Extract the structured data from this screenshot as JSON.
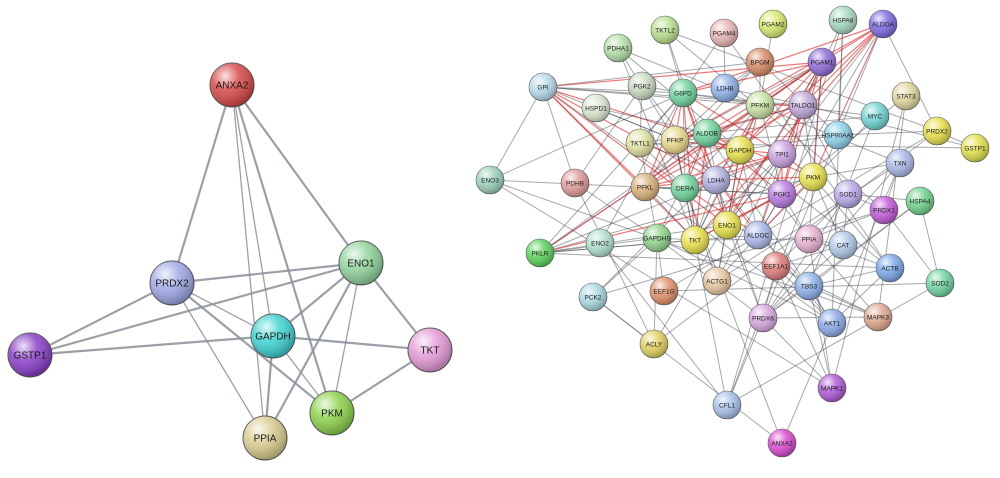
{
  "panels": [
    {
      "id": "small",
      "node_radius_scale": 1.0,
      "nodes": [
        {
          "label": "ANXA2",
          "color": "#d94848"
        },
        {
          "label": "PRDX2",
          "color": "#9ea8e6"
        },
        {
          "label": "ENO1",
          "color": "#8fd39b"
        },
        {
          "label": "GAPDH",
          "color": "#3fd2d2"
        },
        {
          "label": "GSTP1",
          "color": "#8a3fc8"
        },
        {
          "label": "TKT",
          "color": "#e49ad6"
        },
        {
          "label": "PPIA",
          "color": "#d9cc8e"
        },
        {
          "label": "PKM",
          "color": "#8cd24a"
        }
      ],
      "edges": [
        [
          "ANXA2",
          "PRDX2"
        ],
        [
          "ANXA2",
          "ENO1"
        ],
        [
          "ANXA2",
          "GAPDH"
        ],
        [
          "ANXA2",
          "PPIA"
        ],
        [
          "ANXA2",
          "PKM"
        ],
        [
          "PRDX2",
          "ENO1"
        ],
        [
          "PRDX2",
          "GAPDH"
        ],
        [
          "PRDX2",
          "GSTP1"
        ],
        [
          "PRDX2",
          "PPIA"
        ],
        [
          "PRDX2",
          "PKM"
        ],
        [
          "ENO1",
          "GAPDH"
        ],
        [
          "ENO1",
          "TKT"
        ],
        [
          "ENO1",
          "PKM"
        ],
        [
          "ENO1",
          "PPIA"
        ],
        [
          "GAPDH",
          "TKT"
        ],
        [
          "GAPDH",
          "PKM"
        ],
        [
          "GAPDH",
          "PPIA"
        ],
        [
          "GAPDH",
          "GSTP1"
        ],
        [
          "TKT",
          "PKM"
        ],
        [
          "GSTP1",
          "ENO1"
        ]
      ]
    },
    {
      "id": "large",
      "node_radius_scale": 1.0,
      "nodes": [
        {
          "label": "TKTL2",
          "color": "#b9e08e"
        },
        {
          "label": "PGAM4",
          "color": "#e8b4b4"
        },
        {
          "label": "PGAM2",
          "color": "#d7e86b"
        },
        {
          "label": "HSPA8",
          "color": "#a8d9c0"
        },
        {
          "label": "ALDOA",
          "color": "#7a6be0"
        },
        {
          "label": "PDHA1",
          "color": "#b4e0a8"
        },
        {
          "label": "BPGM",
          "color": "#d88a66"
        },
        {
          "label": "PGAM1",
          "color": "#8f6ad8"
        },
        {
          "label": "GPI",
          "color": "#b6d9e8"
        },
        {
          "label": "PGK2",
          "color": "#c9d9c0"
        },
        {
          "label": "G6PD",
          "color": "#6fd39b"
        },
        {
          "label": "LDHB",
          "color": "#8cb0e8"
        },
        {
          "label": "STAT3",
          "color": "#e0d49a"
        },
        {
          "label": "HSPD1",
          "color": "#d9e8d0"
        },
        {
          "label": "PFKM",
          "color": "#c8e0a0"
        },
        {
          "label": "TALDO1",
          "color": "#c0a8d8"
        },
        {
          "label": "MYC",
          "color": "#6fd3d0"
        },
        {
          "label": "PRDX2",
          "color": "#e6e04a"
        },
        {
          "label": "GSTP1",
          "color": "#e0e04a"
        },
        {
          "label": "TKTL1",
          "color": "#e0e0a0"
        },
        {
          "label": "PFKP",
          "color": "#e8d88a"
        },
        {
          "label": "ALDOB",
          "color": "#6fd39b"
        },
        {
          "label": "GAPDH",
          "color": "#e6e04a"
        },
        {
          "label": "HSP90AA1",
          "color": "#8ad0e8"
        },
        {
          "label": "ENO3",
          "color": "#9ad0b8"
        },
        {
          "label": "TPI1",
          "color": "#c8a0e0"
        },
        {
          "label": "TXN",
          "color": "#a8b8e8"
        },
        {
          "label": "PDHB",
          "color": "#e09a9a"
        },
        {
          "label": "PFKL",
          "color": "#d8b07a"
        },
        {
          "label": "DERA",
          "color": "#6fd39b"
        },
        {
          "label": "LDHA",
          "color": "#b0b0e0"
        },
        {
          "label": "PKM",
          "color": "#e6e04a"
        },
        {
          "label": "SOD1",
          "color": "#b8a8e8"
        },
        {
          "label": "PGK1",
          "color": "#b878e0"
        },
        {
          "label": "HSPA4",
          "color": "#6fd38a"
        },
        {
          "label": "PRDX1",
          "color": "#c05ad8"
        },
        {
          "label": "ENO1",
          "color": "#e6e04a"
        },
        {
          "label": "GAPDHS",
          "color": "#8fd38a"
        },
        {
          "label": "TKT",
          "color": "#e6e04a"
        },
        {
          "label": "ALDOC",
          "color": "#a8b8e8"
        },
        {
          "label": "PPIA",
          "color": "#e8b0d0"
        },
        {
          "label": "CAT",
          "color": "#b0c8e8"
        },
        {
          "label": "PKLR",
          "color": "#5ad35a"
        },
        {
          "label": "ENO2",
          "color": "#b0e0d0"
        },
        {
          "label": "EEF1A1",
          "color": "#e07a7a"
        },
        {
          "label": "ACTB",
          "color": "#7aa8e8"
        },
        {
          "label": "SOD2",
          "color": "#6fd3a0"
        },
        {
          "label": "EEF1G",
          "color": "#e0906a"
        },
        {
          "label": "ACTG1",
          "color": "#e8c8a0"
        },
        {
          "label": "TBS3",
          "color": "#8ab0e8"
        },
        {
          "label": "PCK2",
          "color": "#a8d8e0"
        },
        {
          "label": "MAPK3",
          "color": "#e0a890"
        },
        {
          "label": "PRDX6",
          "color": "#d8a8e0"
        },
        {
          "label": "AKT1",
          "color": "#8aa8e8"
        },
        {
          "label": "ACLY",
          "color": "#e0d060"
        },
        {
          "label": "MAPK1",
          "color": "#b05ad8"
        },
        {
          "label": "CFL1",
          "color": "#a8c0e8"
        },
        {
          "label": "ANXA2",
          "color": "#d84ad0"
        }
      ]
    }
  ]
}
